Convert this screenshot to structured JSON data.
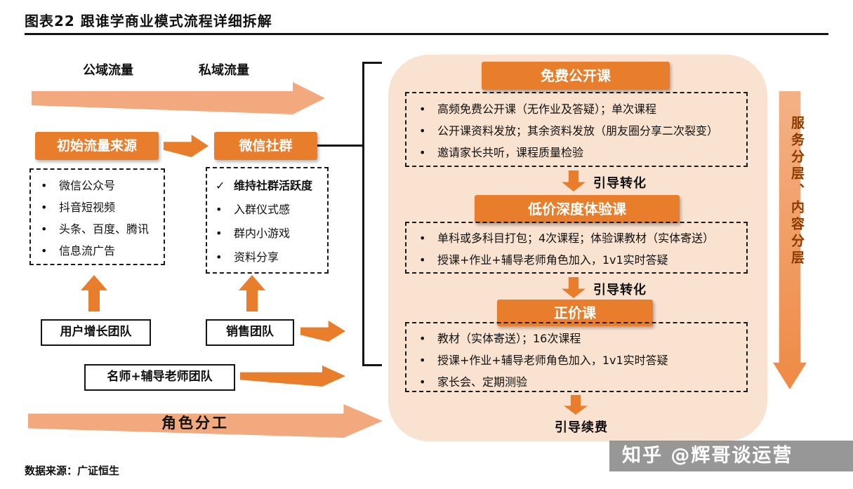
{
  "title": "图表22 跟谁学商业模式流程详细拆解",
  "markers": {
    "bullet": "•",
    "check": "✓"
  },
  "traffic": {
    "public": "公域流量",
    "private": "私域流量"
  },
  "flow": {
    "initial_source": "初始流量来源",
    "wechat_group": "微信社群",
    "source_items": [
      "微信公众号",
      "抖音短视频",
      "头条、百度、腾讯",
      "信息流广告"
    ],
    "group_items": [
      "维持社群活跃度",
      "入群仪式感",
      "群内小游戏",
      "资料分享"
    ]
  },
  "teams": {
    "growth": "用户增长团队",
    "sales": "销售团队",
    "teachers": "名师+辅导老师团队",
    "role_division": "角色分工"
  },
  "funnel": {
    "stages": [
      {
        "title": "免费公开课",
        "items": [
          "高频免费公开课（无作业及答疑）；单次课程",
          "公开课资料发放；其余资料发放（朋友圈分享二次裂变）",
          "邀请家长共听，课程质量检验"
        ],
        "arrow_label": "引导转化"
      },
      {
        "title": "低价深度体验课",
        "items": [
          "单科或多科目打包；4次课程；体验课教材（实体寄送）",
          "授课+作业+辅导老师角色加入，1v1实时答疑"
        ],
        "arrow_label": "引导转化"
      },
      {
        "title": "正价课",
        "items": [
          "教材（实体寄送）；16次课程",
          "授课+作业+辅导老师角色加入，1v1实时答疑",
          "家长会、定期测验"
        ],
        "arrow_label": "引导续费"
      }
    ],
    "side_label": "服务分层、内容分层"
  },
  "footer": {
    "source": "数据来源：广证恒生",
    "watermark": "知乎 @辉哥谈运营"
  },
  "colors": {
    "orange": "#E87E2B",
    "light_orange": "#F2A97E",
    "panel_bg": "#FAE2D0",
    "side_text": "#8a3c00"
  }
}
